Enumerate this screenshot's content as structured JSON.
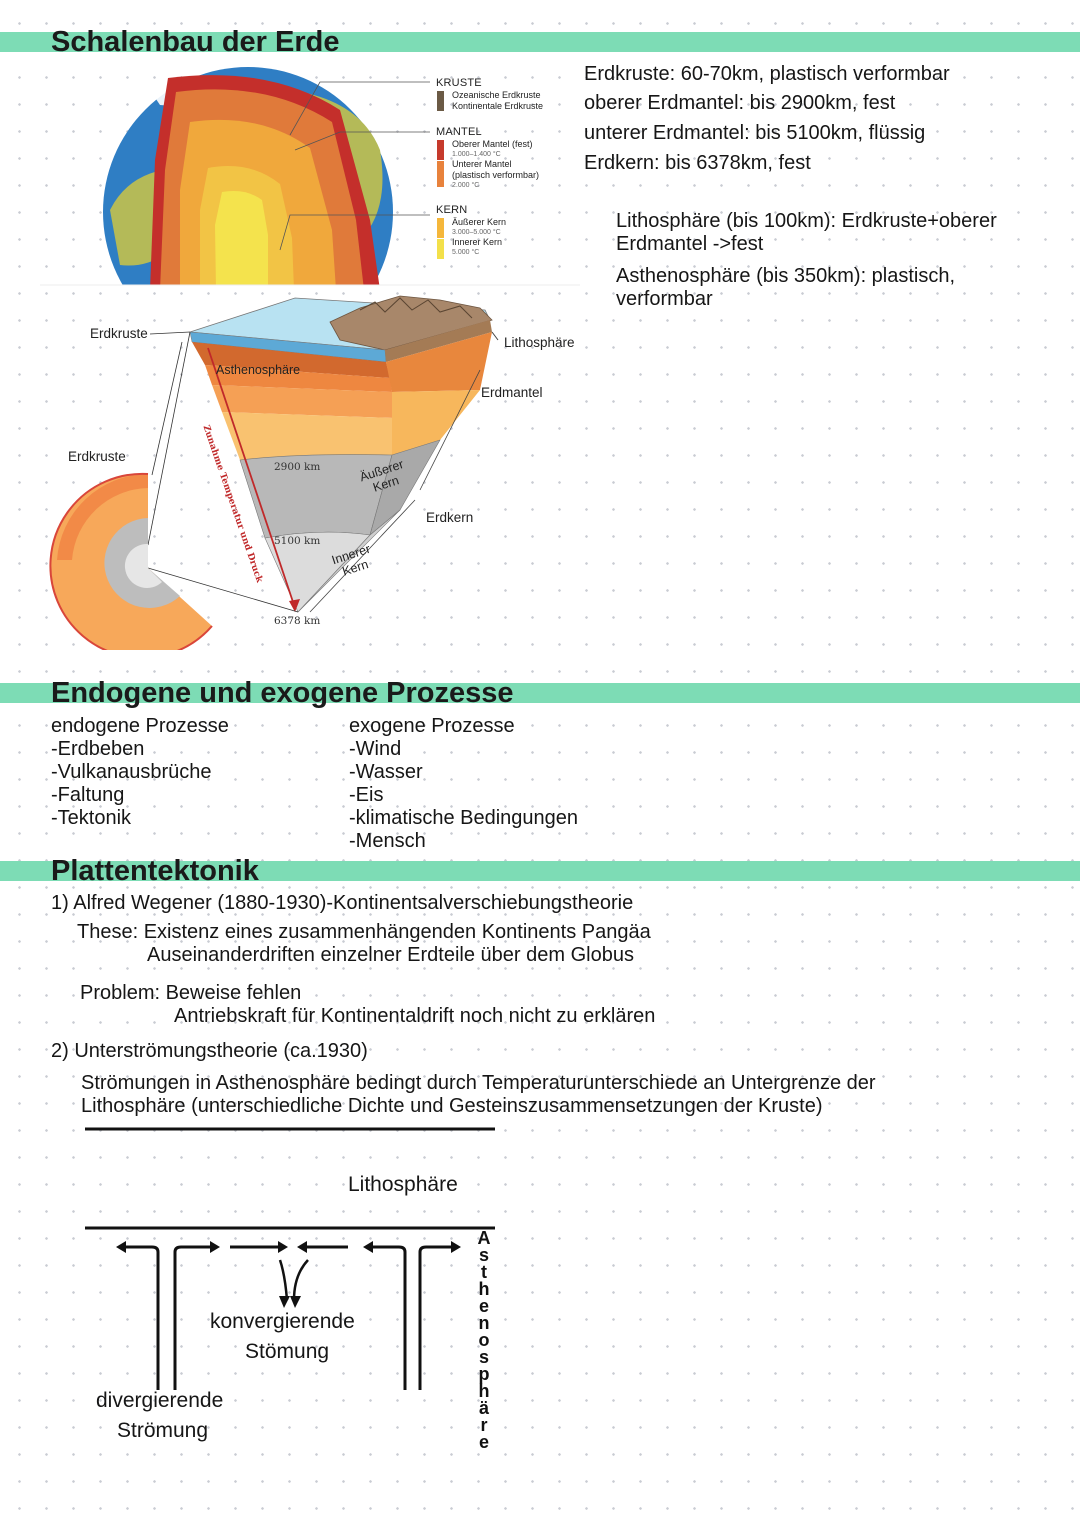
{
  "section1": {
    "title": "Schalenbau der Erde",
    "facts": [
      "Erdkruste: 60-70km, plastisch verformbar",
      "oberer Erdmantel: bis 2900km, fest",
      "unterer Erdmantel: bis 5100km, flüssig",
      "Erdkern: bis 6378km, fest"
    ],
    "litho": [
      "Lithosphäre (bis 100km): Erdkruste+oberer",
      "Erdmantel ->fest"
    ],
    "astheno": [
      "Asthenosphäre (bis 350km): plastisch,",
      "verformbar"
    ]
  },
  "globe_legend": {
    "crust_title": "KRUSTE",
    "crust_items": [
      "Ozeanische Erdkruste",
      "Kontinentale Erdkruste"
    ],
    "mantle_title": "MANTEL",
    "mantle_items": [
      "Oberer Mantel (fest)",
      "1.000–1.400 °C",
      "Unterer Mantel",
      "(plastisch verformbar)",
      "2.000 °C"
    ],
    "core_title": "KERN",
    "core_items": [
      "Äußerer Kern",
      "3.000–5.000 °C",
      "Innerer Kern",
      "5.000 °C"
    ],
    "colors": {
      "crust": "#6b5a45",
      "upper_mantle": "#c63a2c",
      "lower_mantle": "#e8823c",
      "outer_core": "#f5b73b",
      "inner_core": "#f3e04a"
    }
  },
  "diagram_labels": {
    "erdkruste_top": "Erdkruste",
    "erdkruste_left": "Erdkruste",
    "lithosphaere": "Lithosphäre",
    "asthenosphaere": "Asthenosphäre",
    "erdmantel": "Erdmantel",
    "erdkern": "Erdkern",
    "aeusserer_kern": [
      "Äußerer",
      "Kern"
    ],
    "innerer_kern": [
      "Innerer",
      "Kern"
    ],
    "depth_2900": "2900 km",
    "depth_5100": "5100 km",
    "depth_6378": "6378 km",
    "arrow_label": "Zunahme Temperatur und Druck"
  },
  "section2": {
    "title": "Endogene und exogene Prozesse",
    "endogen_title": "endogene Prozesse",
    "endogen": [
      "-Erdbeben",
      "-Vulkanausbrüche",
      "-Faltung",
      "-Tektonik"
    ],
    "exogen_title": "exogene Prozesse",
    "exogen": [
      "-Wind",
      "-Wasser",
      "-Eis",
      "-klimatische Bedingungen",
      "-Mensch"
    ]
  },
  "section3": {
    "title": "Plattentektonik",
    "wegener": "1) Alfred Wegener (1880-1930)-Kontinentsalverschiebungstheorie",
    "these_1": "These: Existenz eines zusammenhängenden Kontinents Pangäa",
    "these_2": "Auseinanderdriften einzelner Erdteile über dem Globus",
    "problem_1": "Problem: Beweise fehlen",
    "problem_2": "Antriebskraft für Kontinentaldrift noch nicht zu erklären",
    "unter": "2) Unterströmungstheorie (ca.1930)",
    "stroem_1": "Strömungen in Asthenosphäre bedingt durch Temperaturunterschiede an Untergrenze der",
    "stroem_2": "Lithosphäre (unterschiedliche Dichte und Gesteinszusammensetzungen der Kruste)"
  },
  "sketch": {
    "lithosphaere": "Lithosphäre",
    "konvergierende": [
      "konvergierende",
      "Stömung"
    ],
    "divergierende": [
      "divergierende",
      "Strömung"
    ],
    "asthenosphaere_vertical": "Asthenosphäre"
  }
}
